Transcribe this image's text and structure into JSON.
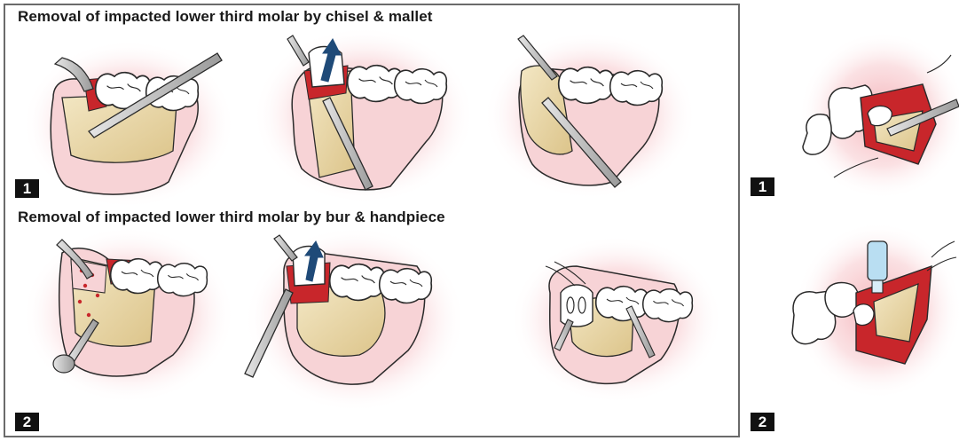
{
  "sections": [
    {
      "title": "Removal of impacted lower third molar by chisel & mallet",
      "badge": "1"
    },
    {
      "title": "Removal of impacted lower third molar by bur & handpiece",
      "badge": "2"
    }
  ],
  "side_badges": [
    "1",
    "2"
  ],
  "colors": {
    "gum_red": "#c8262b",
    "bone": "#e9d7a8",
    "glow": "#f6c5c9",
    "tooth": "#ffffff",
    "instrument": "#bdbdbd",
    "arrow": "#1f4a78",
    "outline": "#2a2a2a"
  }
}
